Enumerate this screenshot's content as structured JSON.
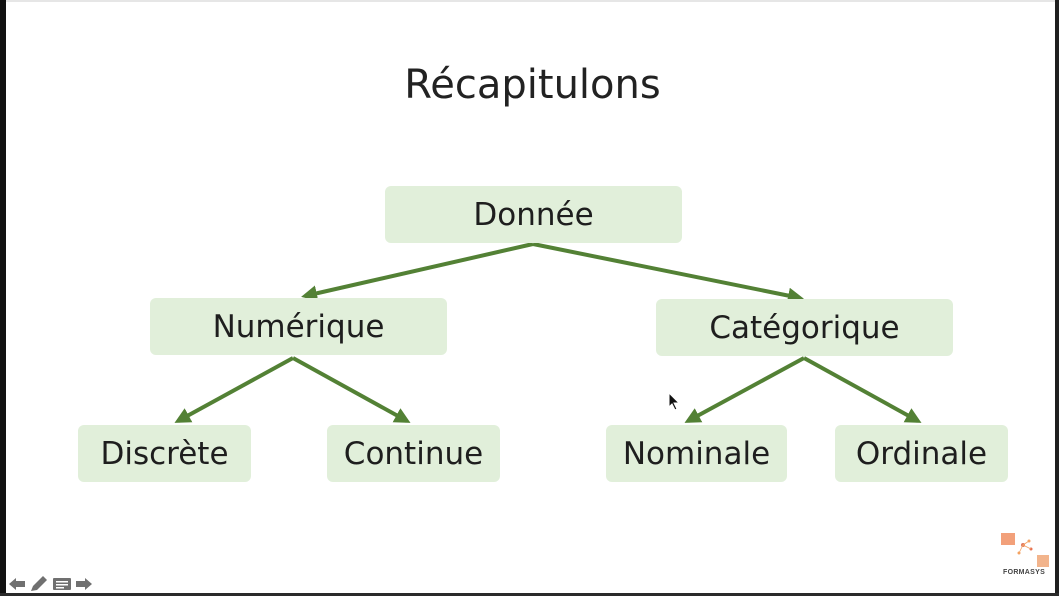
{
  "slide": {
    "title": "Récapitulons"
  },
  "diagram": {
    "root": "Donnée",
    "level1": [
      "Numérique",
      "Catégorique"
    ],
    "level2": [
      "Discrète",
      "Continue",
      "Nominale",
      "Ordinale"
    ]
  },
  "colors": {
    "node_fill": "#e1efda",
    "arrow": "#538135"
  },
  "logo": {
    "text": "FORMASYS"
  },
  "nav_icons": [
    "arrow-left-icon",
    "pen-icon",
    "slide-menu-icon",
    "arrow-right-icon"
  ]
}
